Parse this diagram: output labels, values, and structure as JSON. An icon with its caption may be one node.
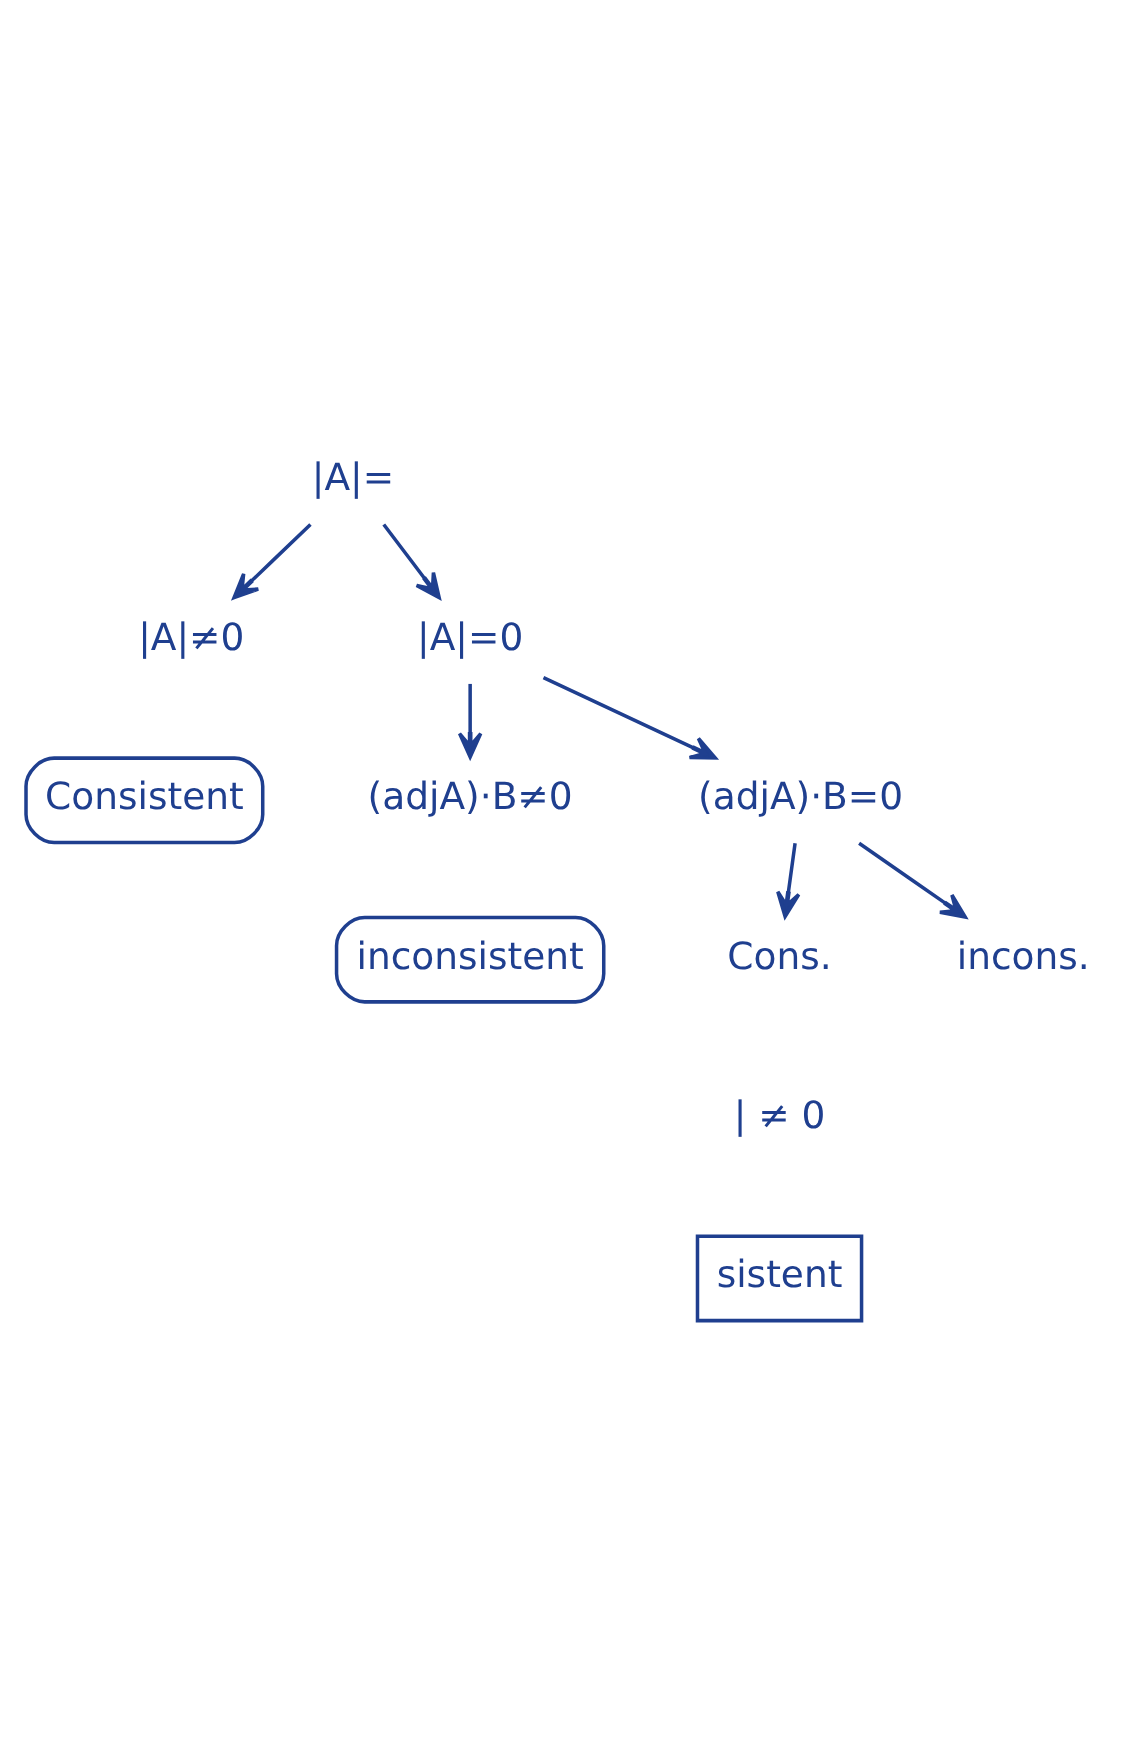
{
  "diagram": {
    "nodes": [
      {
        "text": [
          "|A|="
        ]
      },
      {
        "text": [
          "|A|≠0"
        ]
      },
      {
        "text": [
          "|A|=0"
        ]
      },
      {
        "text": [
          "Consistent"
        ]
      },
      {
        "text": [
          "(adjA)·B≠0"
        ]
      },
      {
        "text": [
          "(adjA)·B=0"
        ]
      },
      {
        "text": [
          "inconsistent"
        ]
      },
      {
        "text": [
          "Cons."
        ]
      },
      {
        "text": [
          "incons."
        ]
      },
      {
        "text": [
          "sistent"
        ]
      }
    ],
    "edges": [
      {
        "from": 0,
        "to": 1,
        "arrow": "to"
      },
      {
        "from": 0,
        "to": 2,
        "arrow": "to"
      },
      {
        "from": 2,
        "to": 4,
        "arrow": "to"
      },
      {
        "from": 2,
        "to": 5,
        "arrow": "to"
      },
      {
        "from": 5,
        "to": 7,
        "arrow": "to"
      },
      {
        "from": 5,
        "to": 8,
        "arrow": "to"
      }
    ],
    "labels": [
      "| ≠ 0"
    ]
  }
}
